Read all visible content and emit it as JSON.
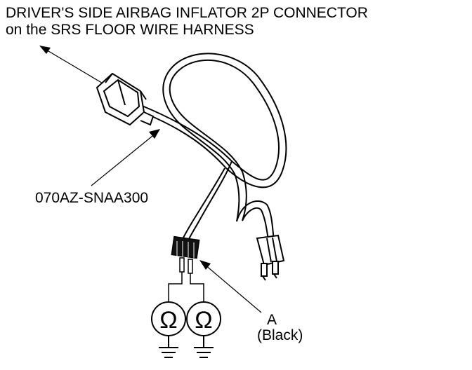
{
  "diagram": {
    "title_line1": "DRIVER'S SIDE AIRBAG INFLATOR 2P CONNECTOR",
    "title_line2": "on the SRS FLOOR WIRE HARNESS",
    "part_number": "070AZ-SNAA300",
    "callout_letter": "A",
    "callout_note": "(Black)",
    "meter_symbol": "Ω",
    "icons": [
      "arrow-icon",
      "ohmmeter-icon",
      "ground-icon",
      "connector-icon"
    ]
  }
}
